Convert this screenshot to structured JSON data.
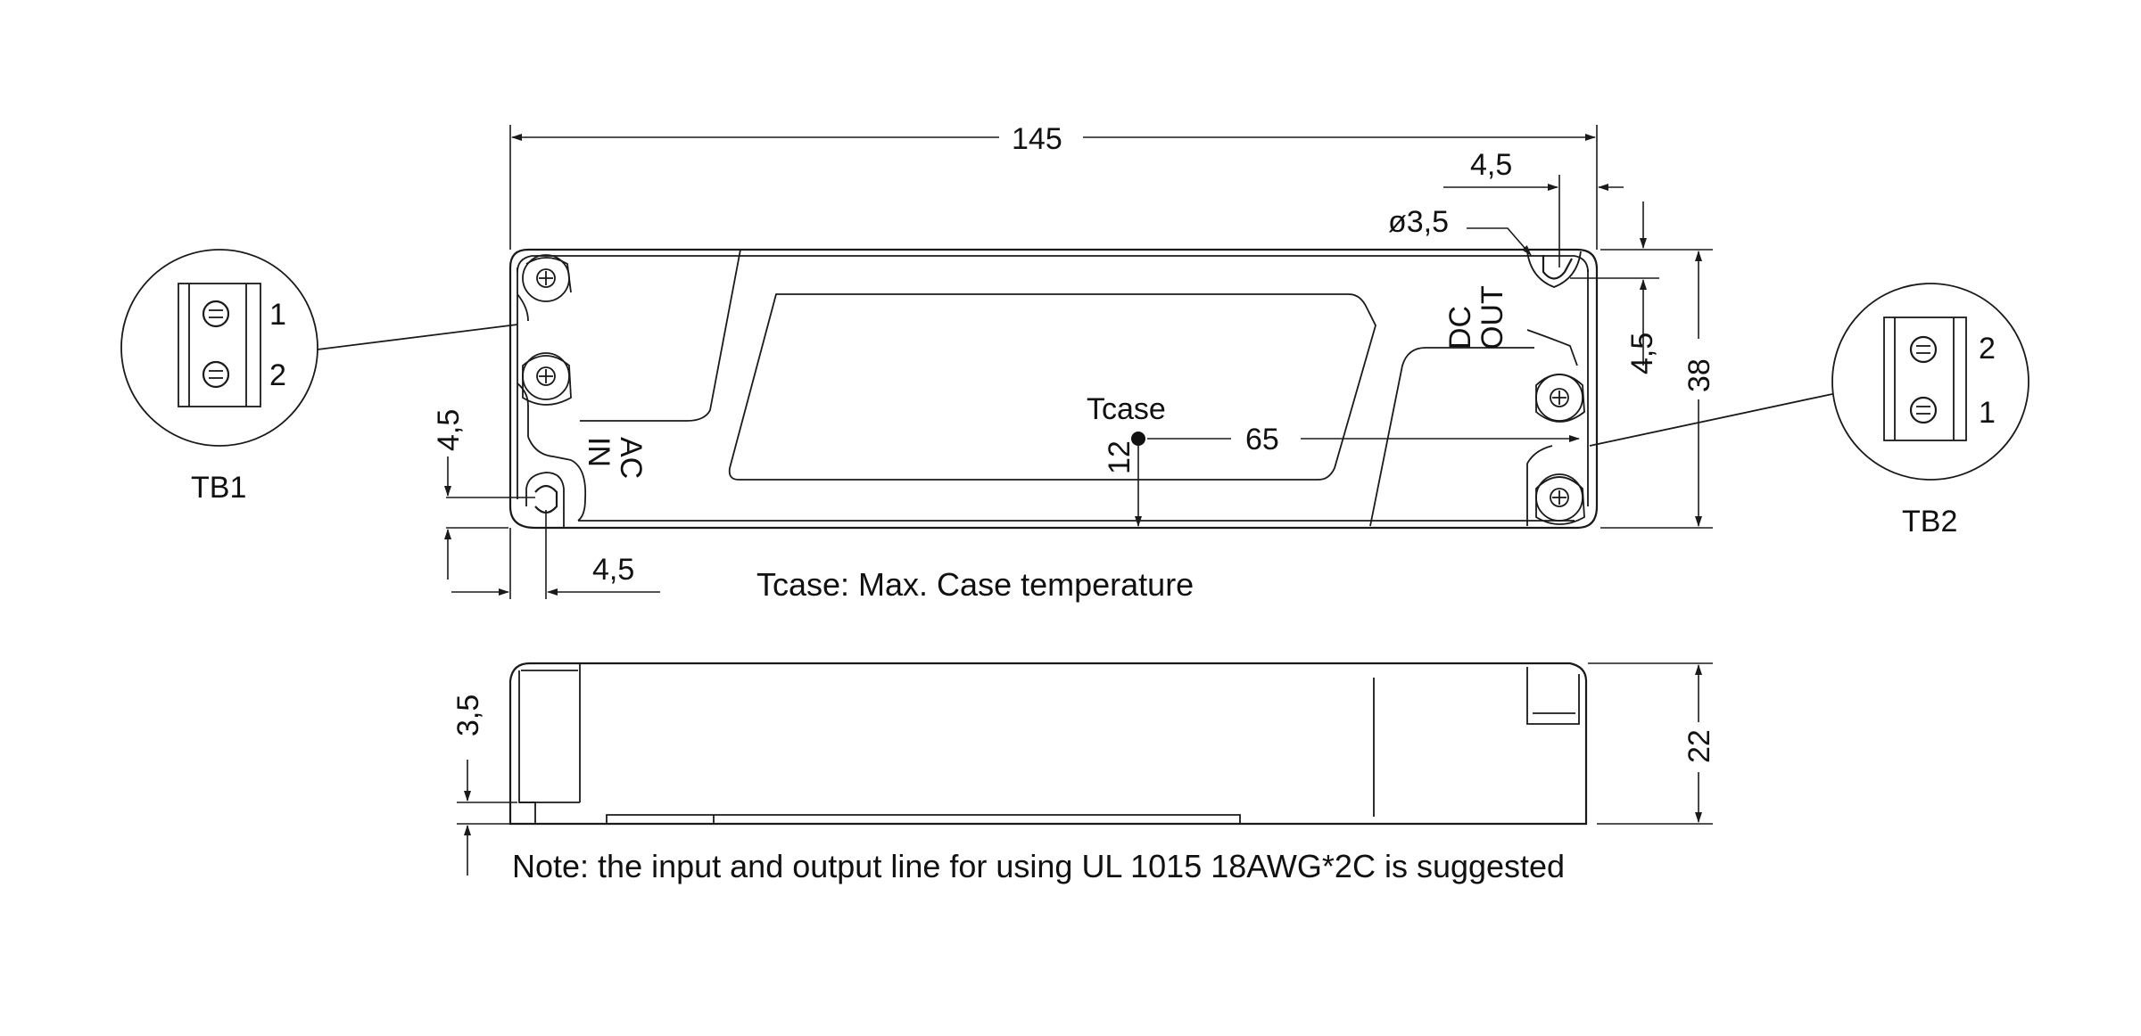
{
  "dimensions": {
    "length": "145",
    "hole_offset_top": "4,5",
    "hole_diameter": "ø3,5",
    "hole_offset_right": "4,5",
    "height": "38",
    "hole_offset_left": "4,5",
    "hole_offset_bottom": "4,5",
    "tcase_x": "65",
    "tcase_y": "12",
    "base_thickness": "3,5",
    "depth": "22"
  },
  "labels": {
    "tcase": "Tcase",
    "ac_line1": "AC",
    "ac_line2": "IN",
    "dc_line1": "DC",
    "dc_line2": "OUT",
    "tb1": "TB1",
    "tb2": "TB2",
    "tb1_pin_top": "1",
    "tb1_pin_bottom": "2",
    "tb2_pin_top": "2",
    "tb2_pin_bottom": "1"
  },
  "notes": {
    "tcase_note": "Tcase: Max. Case temperature",
    "wiring_note": "Note: the input and output line for using UL 1015 18AWG*2C is suggested"
  }
}
